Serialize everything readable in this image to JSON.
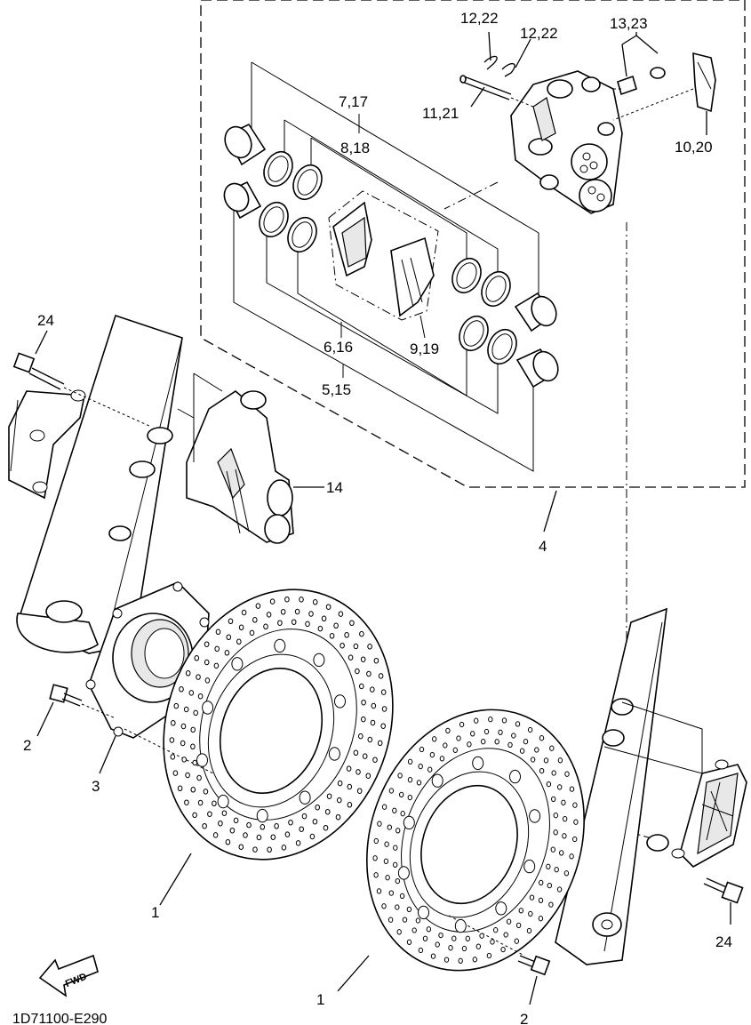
{
  "diagram": {
    "code": "1D71100-E290",
    "fwd_label": "FWD",
    "labels": {
      "l_12_22_a": "12,22",
      "l_12_22_b": "12,22",
      "l_13_23": "13,23",
      "l_7_17": "7,17",
      "l_8_18": "8,18",
      "l_11_21": "11,21",
      "l_10_20": "10,20",
      "l_24_top": "24",
      "l_6_16": "6,16",
      "l_5_15": "5,15",
      "l_9_19": "9,19",
      "l_14": "14",
      "l_4": "4",
      "l_2_left": "2",
      "l_3": "3",
      "l_1_left": "1",
      "l_24_bottom": "24",
      "l_1_bottom": "1",
      "l_2_bottom": "2"
    }
  }
}
